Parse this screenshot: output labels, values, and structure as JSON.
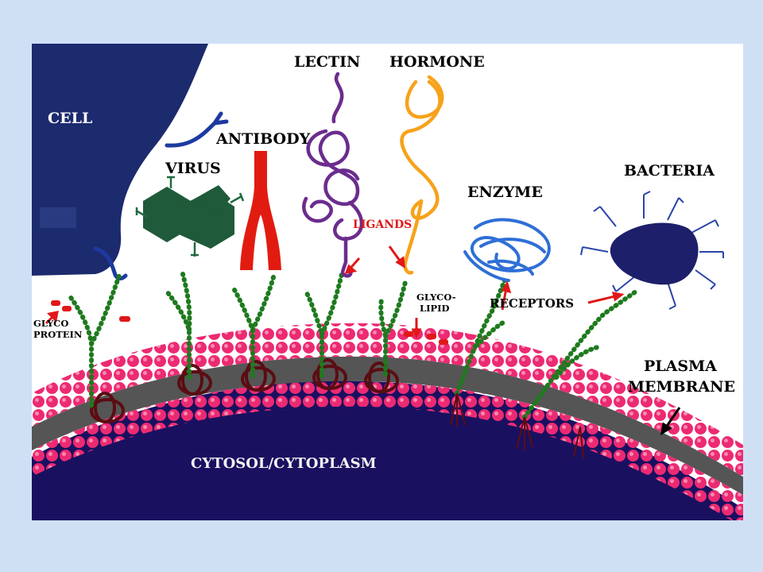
{
  "labels": {
    "cell": "CELL",
    "virus": "VIRUS",
    "antibody": "ANTIBODY",
    "lectin": "LECTIN",
    "hormone": "HORMONE",
    "ligands": "LIGANDS",
    "enzyme": "ENZYME",
    "bacteria": "BACTERIA",
    "glyco_protein_1": "GLYCO",
    "glyco_protein_2": "PROTEIN",
    "glyco_lipid_1": "GLYCO-",
    "glyco_lipid_2": "LIPID",
    "receptors": "RECEPTORS",
    "plasma_1": "PLASMA",
    "plasma_2": "MEMBRANE",
    "cytosol": "CYTOSOL/CYTOPLASM"
  },
  "colors": {
    "slide_background": "#cfe0f5",
    "diagram_background": "#ffffff",
    "cell_body": "#1c2a6e",
    "cytosol": "#1a1060",
    "membrane_core": "#555555",
    "lipid_heads": "#ec2a72",
    "sugar_chain": "#1e7a1e",
    "protein_knot": "#5a0d12",
    "virus": "#1f5a3a",
    "antibody": "#e21b10",
    "lectin": "#6b2c8e",
    "hormone": "#f7a21b",
    "enzyme": "#2f6fd6",
    "bacteria": "#1d1f6a",
    "arrows": "#e01818"
  }
}
